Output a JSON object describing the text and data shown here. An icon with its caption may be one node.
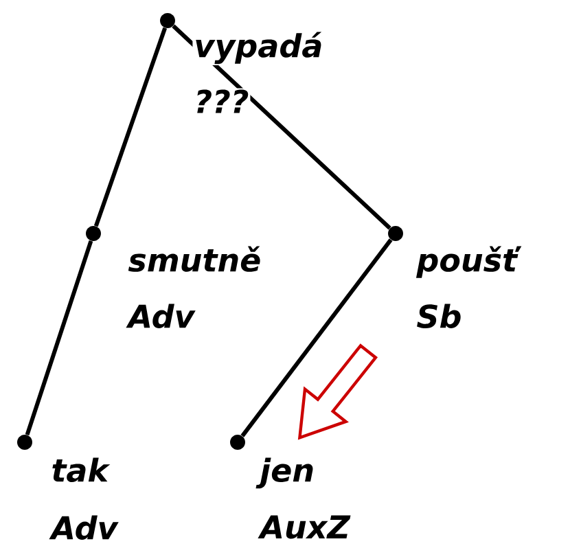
{
  "diagram": {
    "nodes": [
      {
        "text": [
          "vypadá",
          "???"
        ]
      },
      {
        "text": [
          "smutně",
          "Adv"
        ]
      },
      {
        "text": [
          "poušť",
          "Sb"
        ]
      },
      {
        "text": [
          "tak",
          "Adv"
        ]
      },
      {
        "text": [
          "jen",
          "AuxZ"
        ]
      }
    ],
    "edges": [
      {
        "from": 0,
        "to": 1,
        "arrow": "none"
      },
      {
        "from": 0,
        "to": 2,
        "arrow": "none"
      },
      {
        "from": 1,
        "to": 3,
        "arrow": "none"
      },
      {
        "from": 2,
        "to": 4,
        "arrow": "none"
      }
    ]
  }
}
